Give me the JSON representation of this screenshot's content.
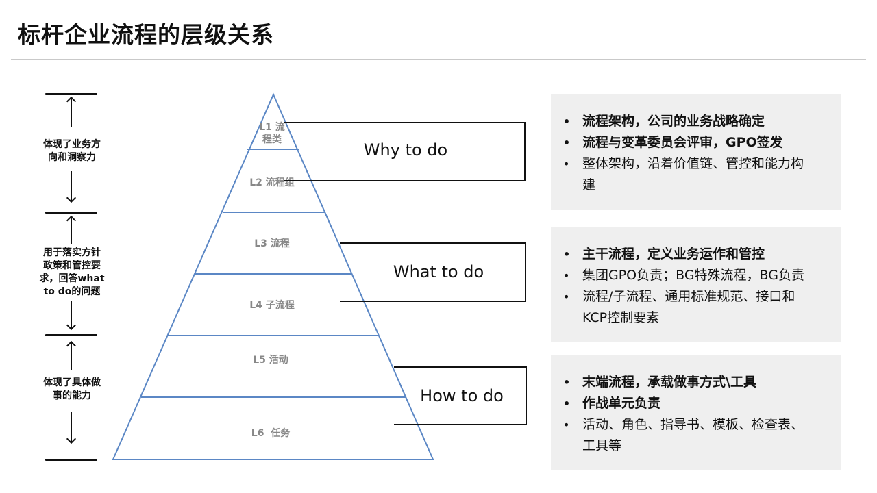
{
  "title": "标杆企业流程的层级关系",
  "tiers": [
    "体现了业务方\n向和洞察力",
    "用于落实方针\n政策和管控要\n求，回答what\nto do的问题",
    "体现了具体做\n事的能力"
  ],
  "levels": [
    "L1 流\n程类",
    "L2 流程组",
    "L3 流程",
    "L4 子流程",
    "L5 活动",
    "L6  任务"
  ],
  "brackets": [
    "Why to do",
    "What to do",
    "How to do"
  ],
  "panels": [
    {
      "items": [
        {
          "text": "流程架构，公司的业务战略确定",
          "bold": true
        },
        {
          "text": "流程与变革委员会评审，GPO签发",
          "bold": true
        },
        {
          "text": "整体架构，沿着价值链、管控和能力构\n建",
          "bold": false
        }
      ]
    },
    {
      "items": [
        {
          "text": "主干流程，定义业务运作和管控",
          "bold": true
        },
        {
          "text": "集团GPO负责；BG特殊流程，BG负责",
          "bold": false
        },
        {
          "text": "流程/子流程、通用标准规范、接口和\nKCP控制要素",
          "bold": false
        }
      ]
    },
    {
      "items": [
        {
          "text": "末端流程，承载做事方式\\工具",
          "bold": true
        },
        {
          "text": "作战单元负责",
          "bold": true
        },
        {
          "text": "活动、角色、指导书、模板、检查表、\n工具等",
          "bold": false
        }
      ]
    }
  ],
  "colors": {
    "pyramid_stroke": "#5b87c5",
    "panel_bg": "#efefef"
  }
}
